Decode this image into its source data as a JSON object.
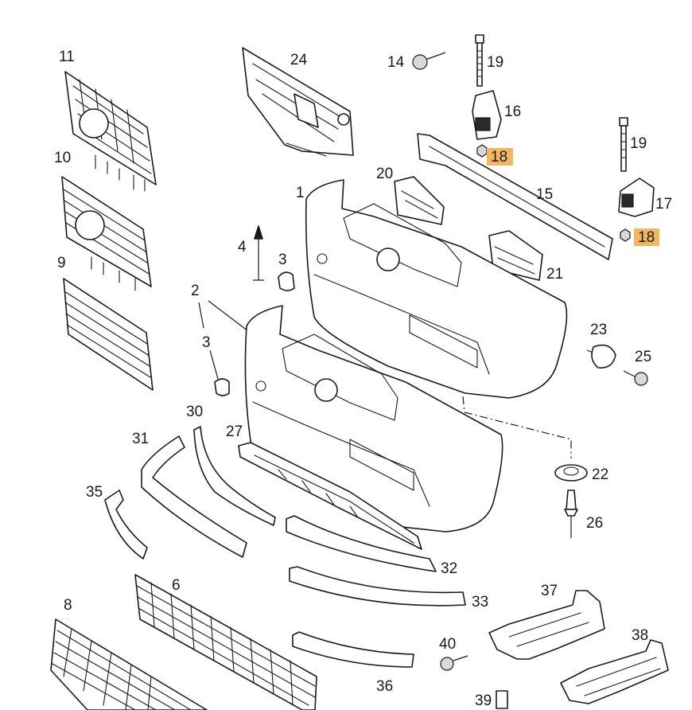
{
  "callouts": {
    "c1": "1",
    "c2": "2",
    "c3a": "3",
    "c3b": "3",
    "c4": "4",
    "c6": "6",
    "c8": "8",
    "c9": "9",
    "c10": "10",
    "c11": "11",
    "c14": "14",
    "c15": "15",
    "c16": "16",
    "c17": "17",
    "c18a": "18",
    "c18b": "18",
    "c19a": "19",
    "c19b": "19",
    "c20": "20",
    "c21": "21",
    "c22": "22",
    "c23": "23",
    "c24": "24",
    "c25": "25",
    "c26": "26",
    "c27": "27",
    "c30": "30",
    "c31": "31",
    "c32": "32",
    "c33": "33",
    "c35": "35",
    "c36": "36",
    "c37": "37",
    "c38": "38",
    "c39": "39",
    "c40": "40"
  },
  "colors": {
    "highlight": "#f2b561",
    "line": "#1a1a1a",
    "background": "#ffffff"
  }
}
